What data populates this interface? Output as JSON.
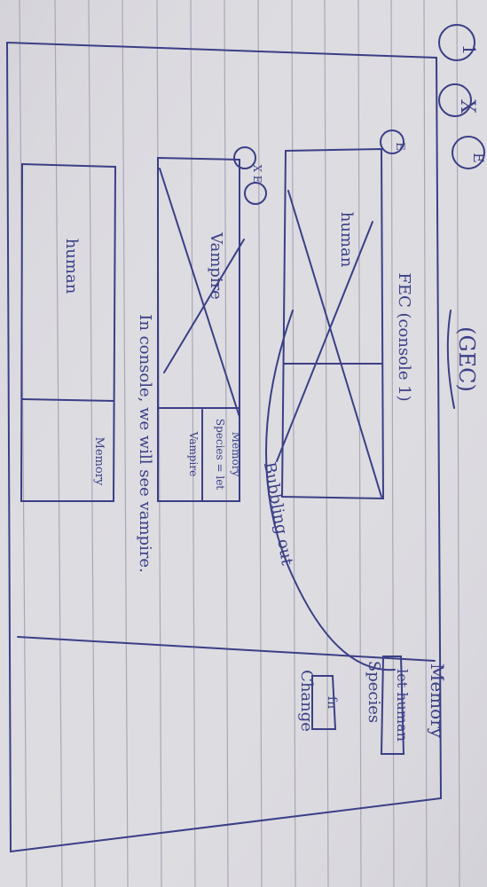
{
  "notes": {
    "circle_1": "1",
    "circle_x_top": "X",
    "circle_e_top": "E",
    "gec_label": "(GEC)",
    "memory_header": "Memory",
    "lethuman": "let human",
    "species": "Species",
    "fn_label": "fn",
    "change_label": "Change",
    "e_circle_mid": "E",
    "fec_label": "FEC (console 1)",
    "human_mid": "human",
    "bubbling_out": "Bubbling out",
    "xe_circle": "X E",
    "vampire": "Vampire",
    "memory_small": "Memory",
    "species_let": "Species = let",
    "vampire_small": "Vampire",
    "console_line": "In console, we will see vampire.",
    "human_left": "human",
    "memory_left": "Memory"
  },
  "colors": {
    "paper": "#dcdbe0",
    "ink": "#3b3f86",
    "rule": "#a9a6b4",
    "margin": "#c99a9e"
  }
}
